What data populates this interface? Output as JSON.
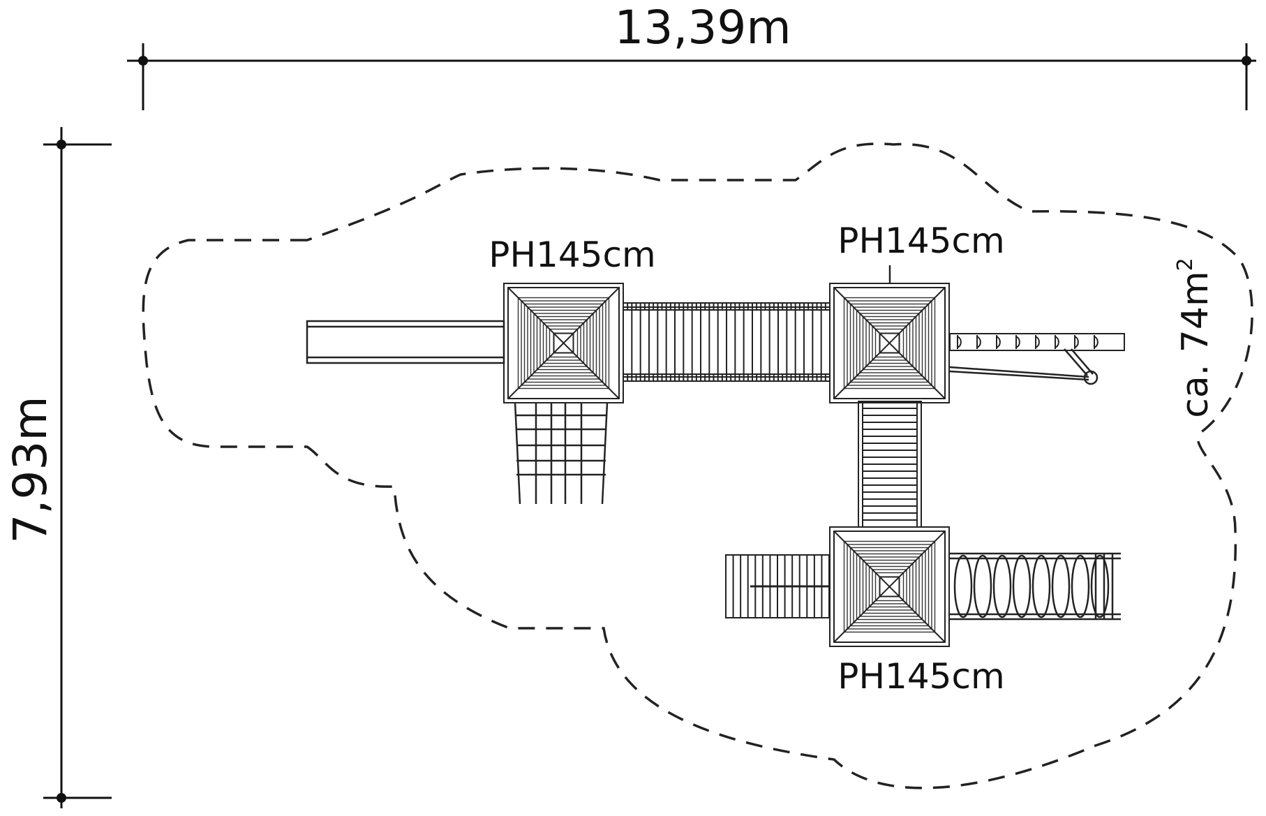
{
  "dimensions": {
    "width_label": "13,39m",
    "height_label": "7,93m"
  },
  "area_label": "ca. 74m",
  "area_label_sup": "2",
  "platforms": [
    {
      "label": "PH145cm"
    },
    {
      "label": "PH145cm"
    },
    {
      "label": "PH145cm"
    }
  ],
  "colors": {
    "line": "#222222",
    "background": "#ffffff"
  }
}
